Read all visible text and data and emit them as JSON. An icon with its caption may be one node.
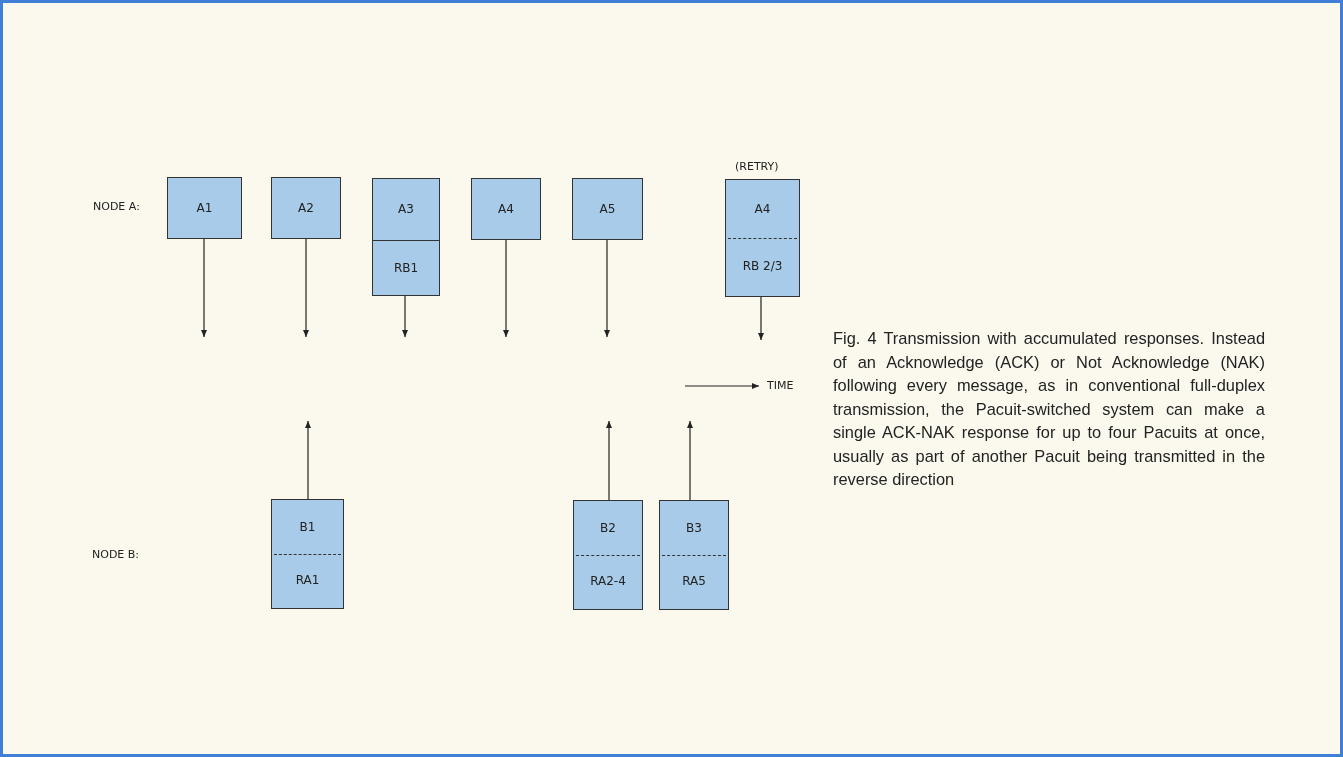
{
  "diagram": {
    "caption": "Fig. 4 Transmission with accumulated responses. Instead of an Acknowledge (ACK) or Not Acknowledge (NAK) following every message, as in conventional full-duplex transmission, the Pacuit-switched system can make a single ACK-NAK response for up to four Pacuits at once, usually as part of another Pacuit being transmitted in the reverse direction",
    "nodes": [
      {
        "text": [
          "A1"
        ]
      },
      {
        "text": [
          "A2"
        ]
      },
      {
        "text": [
          "A3"
        ]
      },
      {
        "text": [
          "RB1"
        ]
      },
      {
        "text": [
          "A4"
        ]
      },
      {
        "text": [
          "A5"
        ]
      },
      {
        "text": [
          "A4",
          "RB 2/3"
        ],
        "beside": [
          "(RETRY)"
        ]
      },
      {
        "text": [
          "B1",
          "RA1"
        ]
      },
      {
        "text": [
          "B2",
          "RA2-4"
        ]
      },
      {
        "text": [
          "B3",
          "RA5"
        ]
      }
    ],
    "edges": [
      {
        "from": 0,
        "to": null,
        "arrow": "to"
      },
      {
        "from": 1,
        "to": null,
        "arrow": "to"
      },
      {
        "from": 3,
        "to": null,
        "arrow": "to"
      },
      {
        "from": 4,
        "to": null,
        "arrow": "to"
      },
      {
        "from": 5,
        "to": null,
        "arrow": "to"
      },
      {
        "from": 6,
        "to": null,
        "arrow": "to"
      },
      {
        "from": 7,
        "to": null,
        "arrow": "to"
      },
      {
        "from": 8,
        "to": null,
        "arrow": "to"
      },
      {
        "from": 9,
        "to": null,
        "arrow": "to"
      }
    ],
    "labels": [
      "NODE A:",
      "TIME",
      "NODE B:"
    ]
  }
}
